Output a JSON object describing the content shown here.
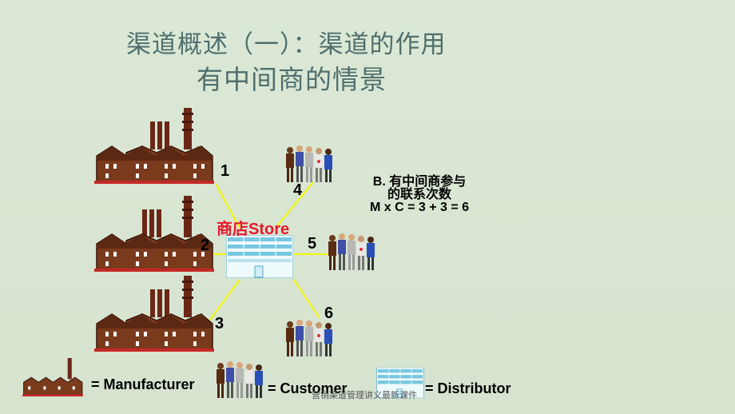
{
  "title_line1": "渠道概述（一）：渠道的作用",
  "title_line2": "有中间商的情景",
  "store_label": "商店Store",
  "numbers": [
    "1",
    "2",
    "3",
    "4",
    "5",
    "6"
  ],
  "note_lines": [
    "B. 有中间商参与",
    "的联系次数",
    "M x C = 3 + 3 = 6"
  ],
  "legend": {
    "manufacturer": "= Manufacturer",
    "customer": "= Customer",
    "distributor": "= Distributor"
  },
  "footer": "营销渠道管理讲义最新课件",
  "colors": {
    "line": "#f5f500",
    "store_label": "#e8192c",
    "title": "#4f6f6e",
    "factory": "#7a3a1c"
  },
  "icons": [
    "factory-icon",
    "customer-group-icon",
    "distributor-building-icon"
  ]
}
